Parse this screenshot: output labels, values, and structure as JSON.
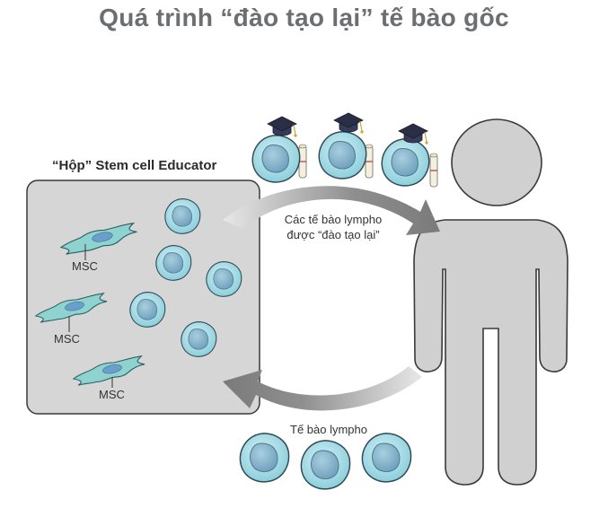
{
  "title": "Quá trình “đào tạo lại” tế bào gốc",
  "educator_box": {
    "label": "“Hộp” Stem cell Educator",
    "msc_labels": [
      "MSC",
      "MSC",
      "MSC"
    ]
  },
  "arrows": {
    "to_person_label_line1": "Các tế bào lympho",
    "to_person_label_line2": "được “đào tạo lại”",
    "from_person_label": "Tế bào lympho"
  },
  "icons": {
    "person": "person-silhouette-icon",
    "cell": "lymphocyte-cell-icon",
    "graduate_cap": "graduation-cap-icon",
    "msc": "mesenchymal-stem-cell-icon"
  },
  "colors": {
    "title": "#6d6e71",
    "box_fill": "#d7d7d7",
    "person_fill": "#cfcfcf",
    "cell_fill": "#a9dde6",
    "cell_nucleus": "#7fb3c8",
    "msc_fill": "#8fcfcf",
    "arrow": "#8a8a8a"
  }
}
